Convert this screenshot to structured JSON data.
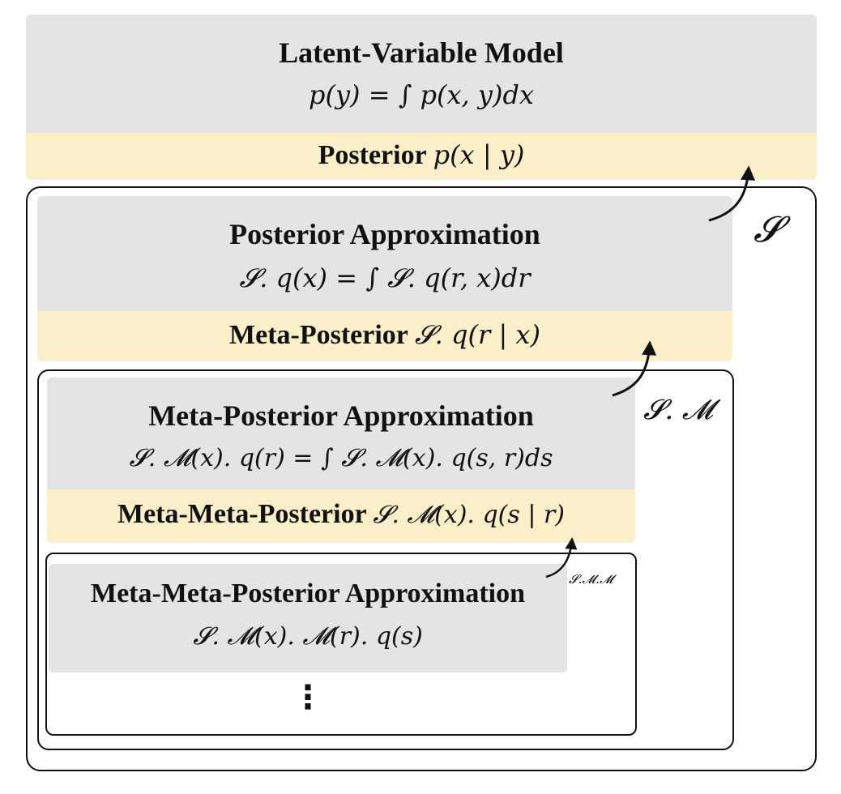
{
  "level0": {
    "title": "Latent-Variable Model",
    "equation": "p(y) = ∫ p(x, y)dx",
    "posterior_label": "Posterior",
    "posterior_math": "p(x | y)"
  },
  "level1": {
    "frame_label": "𝓢",
    "title": "Posterior Approximation",
    "equation": "𝓢. q(x) = ∫ 𝓢. q(r, x)dr",
    "posterior_label": "Meta-Posterior",
    "posterior_math": "𝓢. q(r | x)"
  },
  "level2": {
    "frame_label": "𝓢. 𝓜",
    "title": "Meta-Posterior Approximation",
    "equation": "𝓢. 𝓜(x). q(r) = ∫ 𝓢. 𝓜(x). q(s, r)ds",
    "posterior_label": "Meta-Meta-Posterior",
    "posterior_math": "𝓢. 𝓜(x). q(s | r)"
  },
  "level3": {
    "frame_label": "𝓢.𝓜.𝓜",
    "title": "Meta-Meta-Posterior Approximation",
    "equation": "𝓢. 𝓜(x). 𝓜(r). q(s)",
    "continuation": "⋮"
  },
  "colors": {
    "panel_gray": "#e4e4e6",
    "panel_yellow": "#fbefc9",
    "line": "#111111"
  }
}
